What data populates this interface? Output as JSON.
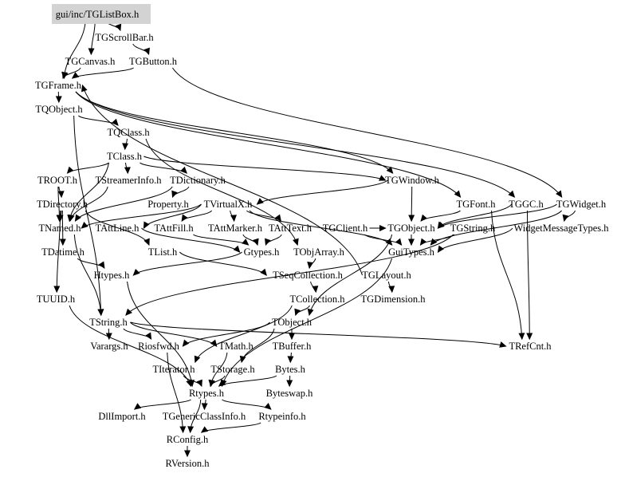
{
  "diagram": {
    "title": "gui/inc/TGListBox.h include dependency graph",
    "root": "gui/inc/TGListBox.h",
    "colors": {
      "root_fill": "#d3d3d3",
      "edge": "#000000",
      "text": "#000000",
      "background": "#ffffff"
    },
    "nodes": [
      {
        "id": "TGListBox",
        "label": "gui/inc/TGListBox.h",
        "root": true
      },
      {
        "id": "TGScrollBar",
        "label": "TGScrollBar.h"
      },
      {
        "id": "TGCanvas",
        "label": "TGCanvas.h"
      },
      {
        "id": "TGButton",
        "label": "TGButton.h"
      },
      {
        "id": "TGFrame",
        "label": "TGFrame.h"
      },
      {
        "id": "TQObject",
        "label": "TQObject.h"
      },
      {
        "id": "TQClass",
        "label": "TQClass.h"
      },
      {
        "id": "TClass",
        "label": "TClass.h"
      },
      {
        "id": "TROOT",
        "label": "TROOT.h"
      },
      {
        "id": "TStreamerInfo",
        "label": "TStreamerInfo.h"
      },
      {
        "id": "TDictionary",
        "label": "TDictionary.h"
      },
      {
        "id": "TGWindow",
        "label": "TGWindow.h"
      },
      {
        "id": "TDirectory",
        "label": "TDirectory.h"
      },
      {
        "id": "Property",
        "label": "Property.h"
      },
      {
        "id": "TVirtualX",
        "label": "TVirtualX.h"
      },
      {
        "id": "TGFont",
        "label": "TGFont.h"
      },
      {
        "id": "TGGC",
        "label": "TGGC.h"
      },
      {
        "id": "TGWidget",
        "label": "TGWidget.h"
      },
      {
        "id": "TNamed",
        "label": "TNamed.h"
      },
      {
        "id": "TAttLine",
        "label": "TAttLine.h"
      },
      {
        "id": "TAttFill",
        "label": "TAttFill.h"
      },
      {
        "id": "TAttMarker",
        "label": "TAttMarker.h"
      },
      {
        "id": "TAttText",
        "label": "TAttText.h"
      },
      {
        "id": "TGClient",
        "label": "TGClient.h"
      },
      {
        "id": "TGObject",
        "label": "TGObject.h"
      },
      {
        "id": "TGString",
        "label": "TGString.h"
      },
      {
        "id": "WidgetMessageTypes",
        "label": "WidgetMessageTypes.h"
      },
      {
        "id": "TDatime",
        "label": "TDatime.h"
      },
      {
        "id": "TList",
        "label": "TList.h"
      },
      {
        "id": "Gtypes",
        "label": "Gtypes.h"
      },
      {
        "id": "TObjArray",
        "label": "TObjArray.h"
      },
      {
        "id": "GuiTypes",
        "label": "GuiTypes.h"
      },
      {
        "id": "Htypes",
        "label": "Htypes.h"
      },
      {
        "id": "TSeqCollection",
        "label": "TSeqCollection.h"
      },
      {
        "id": "TGLayout",
        "label": "TGLayout.h"
      },
      {
        "id": "TUUID",
        "label": "TUUID.h"
      },
      {
        "id": "TCollection",
        "label": "TCollection.h"
      },
      {
        "id": "TGDimension",
        "label": "TGDimension.h"
      },
      {
        "id": "TString",
        "label": "TString.h"
      },
      {
        "id": "TObject",
        "label": "TObject.h"
      },
      {
        "id": "Varargs",
        "label": "Varargs.h"
      },
      {
        "id": "Riosfwd",
        "label": "Riosfwd.h"
      },
      {
        "id": "TMath",
        "label": "TMath.h"
      },
      {
        "id": "TBuffer",
        "label": "TBuffer.h"
      },
      {
        "id": "TRefCnt",
        "label": "TRefCnt.h"
      },
      {
        "id": "TIterator",
        "label": "TIterator.h"
      },
      {
        "id": "TStorage",
        "label": "TStorage.h"
      },
      {
        "id": "Bytes",
        "label": "Bytes.h"
      },
      {
        "id": "Rtypes",
        "label": "Rtypes.h"
      },
      {
        "id": "Byteswap",
        "label": "Byteswap.h"
      },
      {
        "id": "DllImport",
        "label": "DllImport.h"
      },
      {
        "id": "TGenericClassInfo",
        "label": "TGenericClassInfo.h"
      },
      {
        "id": "Rtypeinfo",
        "label": "Rtypeinfo.h"
      },
      {
        "id": "RConfig",
        "label": "RConfig.h"
      },
      {
        "id": "RVersion",
        "label": "RVersion.h"
      }
    ],
    "edges": [
      [
        "TGListBox",
        "TGScrollBar"
      ],
      [
        "TGListBox",
        "TGCanvas"
      ],
      [
        "TGListBox",
        "TGFrame"
      ],
      [
        "TGScrollBar",
        "TGButton"
      ],
      [
        "TGCanvas",
        "TGFrame"
      ],
      [
        "TGButton",
        "TGFrame"
      ],
      [
        "TGButton",
        "TGWidget"
      ],
      [
        "TGFrame",
        "TQObject"
      ],
      [
        "TGFrame",
        "TGWindow"
      ],
      [
        "TGFrame",
        "TGGC"
      ],
      [
        "TGFrame",
        "TGFont"
      ],
      [
        "TQObject",
        "TQClass"
      ],
      [
        "TQObject",
        "TString"
      ],
      [
        "TQClass",
        "TClass"
      ],
      [
        "TQClass",
        "TObjArray"
      ],
      [
        "TClass",
        "TROOT"
      ],
      [
        "TClass",
        "TStreamerInfo"
      ],
      [
        "TClass",
        "TDictionary"
      ],
      [
        "TClass",
        "TNamed"
      ],
      [
        "TClass",
        "TGWindow"
      ],
      [
        "TROOT",
        "TDirectory"
      ],
      [
        "TROOT",
        "TNamed"
      ],
      [
        "TStreamerInfo",
        "TNamed"
      ],
      [
        "TDictionary",
        "Property"
      ],
      [
        "TDictionary",
        "TNamed"
      ],
      [
        "TDirectory",
        "TNamed"
      ],
      [
        "TDirectory",
        "TDatime"
      ],
      [
        "TDirectory",
        "TUUID"
      ],
      [
        "TDirectory",
        "TList"
      ],
      [
        "TGWindow",
        "TVirtualX"
      ],
      [
        "TGWindow",
        "TGObject"
      ],
      [
        "TVirtualX",
        "TNamed"
      ],
      [
        "TVirtualX",
        "TAttLine"
      ],
      [
        "TVirtualX",
        "TAttFill"
      ],
      [
        "TVirtualX",
        "TAttMarker"
      ],
      [
        "TVirtualX",
        "TAttText"
      ],
      [
        "TVirtualX",
        "GuiTypes"
      ],
      [
        "TGFont",
        "TGObject"
      ],
      [
        "TGFont",
        "TRefCnt"
      ],
      [
        "TGGC",
        "TGObject"
      ],
      [
        "TGGC",
        "TRefCnt"
      ],
      [
        "TGWidget",
        "WidgetMessageTypes"
      ],
      [
        "TGWidget",
        "TGObject"
      ],
      [
        "TGWidget",
        "GuiTypes"
      ],
      [
        "TNamed",
        "TString"
      ],
      [
        "TAttLine",
        "Gtypes"
      ],
      [
        "TAttFill",
        "Gtypes"
      ],
      [
        "TAttMarker",
        "Gtypes"
      ],
      [
        "TAttText",
        "Gtypes"
      ],
      [
        "TGClient",
        "TGObject"
      ],
      [
        "TGClient",
        "GuiTypes"
      ],
      [
        "TGObject",
        "GuiTypes"
      ],
      [
        "TGObject",
        "TObject"
      ],
      [
        "TGString",
        "GuiTypes"
      ],
      [
        "TGString",
        "TString"
      ],
      [
        "WidgetMessageTypes",
        "GuiTypes"
      ],
      [
        "TDatime",
        "Htypes"
      ],
      [
        "TList",
        "TSeqCollection"
      ],
      [
        "Gtypes",
        "Htypes"
      ],
      [
        "TObjArray",
        "TSeqCollection"
      ],
      [
        "GuiTypes",
        "Rtypes"
      ],
      [
        "Htypes",
        "Rtypes"
      ],
      [
        "TSeqCollection",
        "TCollection"
      ],
      [
        "TGLayout",
        "TGDimension"
      ],
      [
        "TGLayout",
        "TGFrame"
      ],
      [
        "TUUID",
        "Rtypes"
      ],
      [
        "TCollection",
        "TObject"
      ],
      [
        "TCollection",
        "TIterator"
      ],
      [
        "TString",
        "Varargs"
      ],
      [
        "TString",
        "Riosfwd"
      ],
      [
        "TString",
        "TMath"
      ],
      [
        "TString",
        "TRefCnt"
      ],
      [
        "TObject",
        "TStorage"
      ],
      [
        "TObject",
        "Riosfwd"
      ],
      [
        "TObject",
        "TBuffer"
      ],
      [
        "TMath",
        "Rtypes"
      ],
      [
        "TBuffer",
        "Bytes"
      ],
      [
        "TIterator",
        "Rtypes"
      ],
      [
        "TStorage",
        "Rtypes"
      ],
      [
        "Bytes",
        "Rtypes"
      ],
      [
        "Bytes",
        "Byteswap"
      ],
      [
        "Rtypes",
        "DllImport"
      ],
      [
        "Rtypes",
        "TGenericClassInfo"
      ],
      [
        "Rtypes",
        "Rtypeinfo"
      ],
      [
        "Rtypes",
        "RConfig"
      ],
      [
        "Riosfwd",
        "RConfig"
      ],
      [
        "Rtypeinfo",
        "RConfig"
      ],
      [
        "RConfig",
        "RVersion"
      ]
    ]
  }
}
